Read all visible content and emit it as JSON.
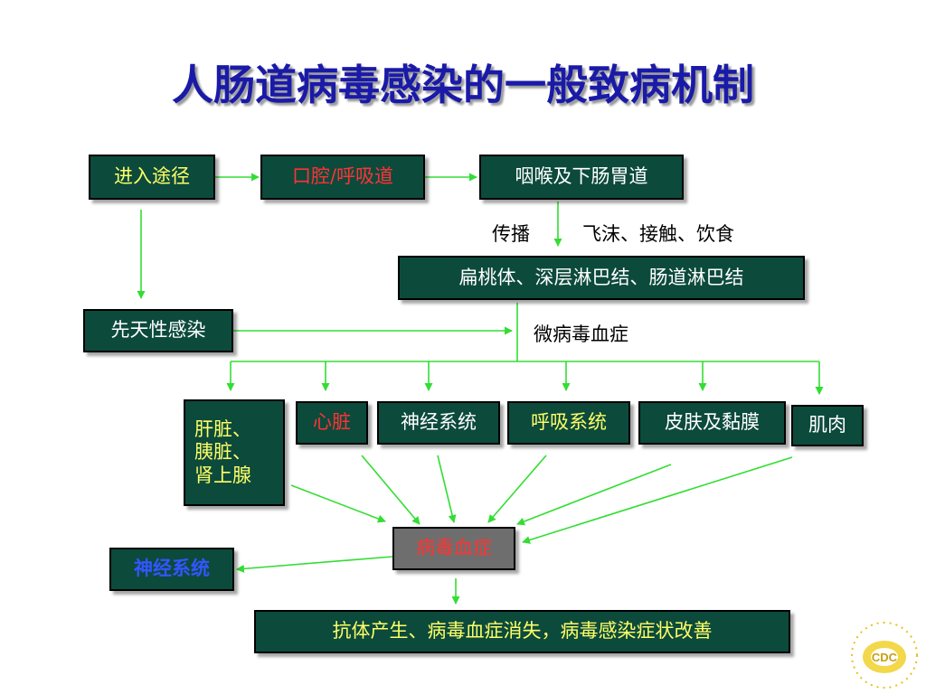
{
  "colors": {
    "box_fill": "#0c4a3c",
    "box_fill_gray": "#6e6e6e",
    "arrow": "#33dd33",
    "text_yellow": "#ffff66",
    "text_red": "#ff3333",
    "text_white": "#ffffff",
    "text_blue": "#3355ff",
    "title": "#1a1aa8"
  },
  "title": "人肠道病毒感染的一般致病机制",
  "nodes": {
    "entry": "进入途径",
    "oral": "口腔/呼吸道",
    "pharynx": "咽喉及下肠胃道",
    "spread_label": "传播",
    "routes": "飞沫、接触、饮食",
    "lymph": "扁桃体、深层淋巴结、肠道淋巴结",
    "congenital": "先天性感染",
    "micro_viremia": "微病毒血症",
    "liver_line1": "肝脏、",
    "liver_line2": "胰脏、",
    "liver_line3": "肾上腺",
    "heart": "心脏",
    "nervous": "神经系统",
    "respiratory": "呼吸系统",
    "skin": "皮肤及黏膜",
    "muscle": "肌肉",
    "viremia": "病毒血症",
    "nervous2": "神经系统",
    "outcome": "抗体产生、病毒血症消失，病毒感染症状改善"
  },
  "logo": {
    "text": "CDC",
    "icon": "cdc-logo-icon"
  }
}
